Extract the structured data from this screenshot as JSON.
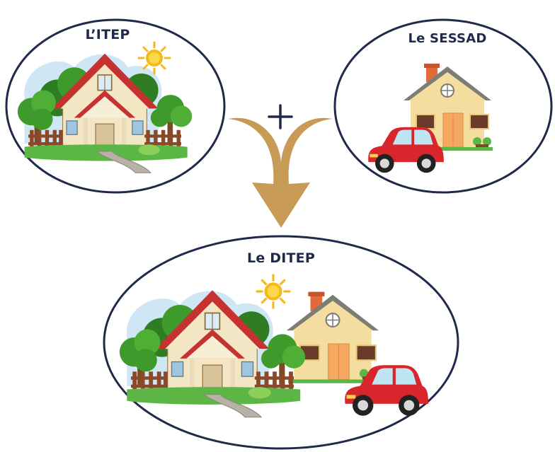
{
  "diagram": {
    "itep": {
      "title": "L’ITEP"
    },
    "sessad": {
      "title": "Le SESSAD"
    },
    "operator": "+",
    "result": {
      "title": "Le DITEP"
    }
  },
  "colors": {
    "outline": "#1f2a4a",
    "arrow": "#c79a55",
    "roof_red": "#c5322f",
    "wall_cream": "#f3e6c4",
    "house_yellow": "#f4dd9e",
    "door_orange": "#f4a862",
    "car_red": "#d9262c",
    "tree_green": "#3f9a2c",
    "sun": "#f6b91c",
    "fence": "#8a4a2a"
  }
}
